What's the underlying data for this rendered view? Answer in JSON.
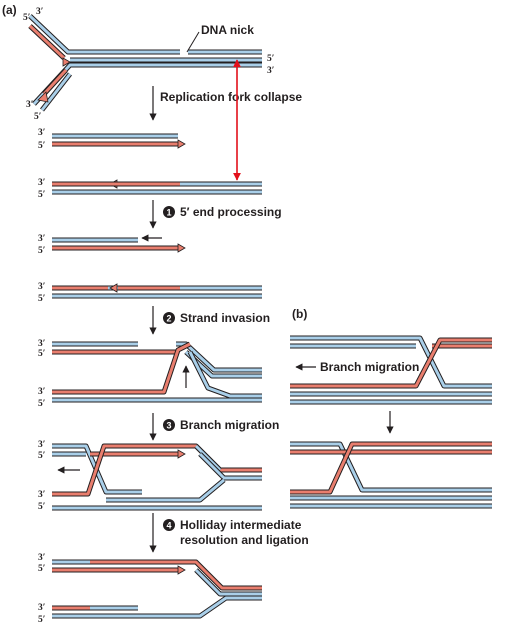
{
  "panels": {
    "a": "(a)",
    "b": "(b)"
  },
  "ends": {
    "three_prime": "3′",
    "five_prime": "5′"
  },
  "labels": {
    "nick": "DNA nick",
    "collapse": "Replication fork collapse",
    "step1": "5′ end processing",
    "step2": "Strand invasion",
    "step3": "Branch migration",
    "step4_line1": "Holliday intermediate",
    "step4_line2": "resolution and ligation",
    "b_branch": "Branch migration"
  },
  "step_numbers": {
    "s1": "1",
    "s2": "2",
    "s3": "3",
    "s4": "4"
  },
  "colors": {
    "template_strand": "#a9cfe9",
    "new_strand": "#e97e6e",
    "strand_outline": "#231f20",
    "double_arrow": "#e3101b",
    "text": "#231f20"
  }
}
